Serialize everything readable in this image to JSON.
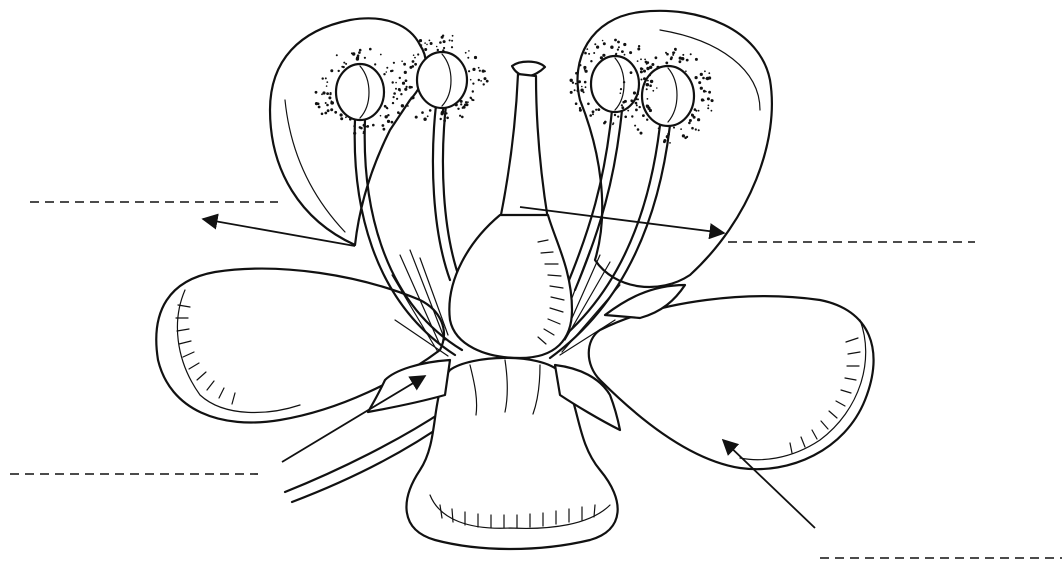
{
  "diagram": {
    "type": "flower-anatomy-worksheet",
    "parts": [
      "petal",
      "sepal",
      "stamen",
      "anther",
      "filament",
      "pistil",
      "stigma",
      "style",
      "ovary",
      "receptacle",
      "pedicel"
    ],
    "label_blanks": [
      {
        "id": "blank-upper-left",
        "text": ""
      },
      {
        "id": "blank-upper-right",
        "text": ""
      },
      {
        "id": "blank-lower-left",
        "text": ""
      },
      {
        "id": "blank-lower-right",
        "text": ""
      }
    ],
    "colors": {
      "ink": "#111111",
      "background": "#ffffff"
    }
  }
}
